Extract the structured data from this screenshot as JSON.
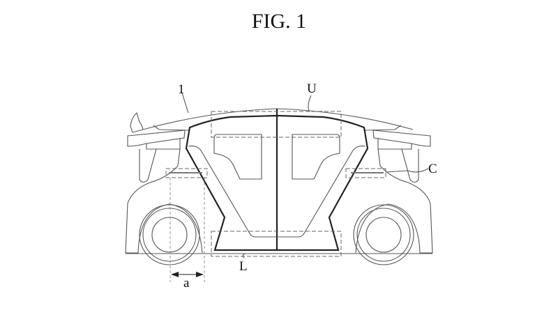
{
  "figure": {
    "title": "FIG. 1",
    "labels": {
      "vehicle": "1",
      "upper": "U",
      "center": "C",
      "lower": "L",
      "distance": "a"
    }
  }
}
